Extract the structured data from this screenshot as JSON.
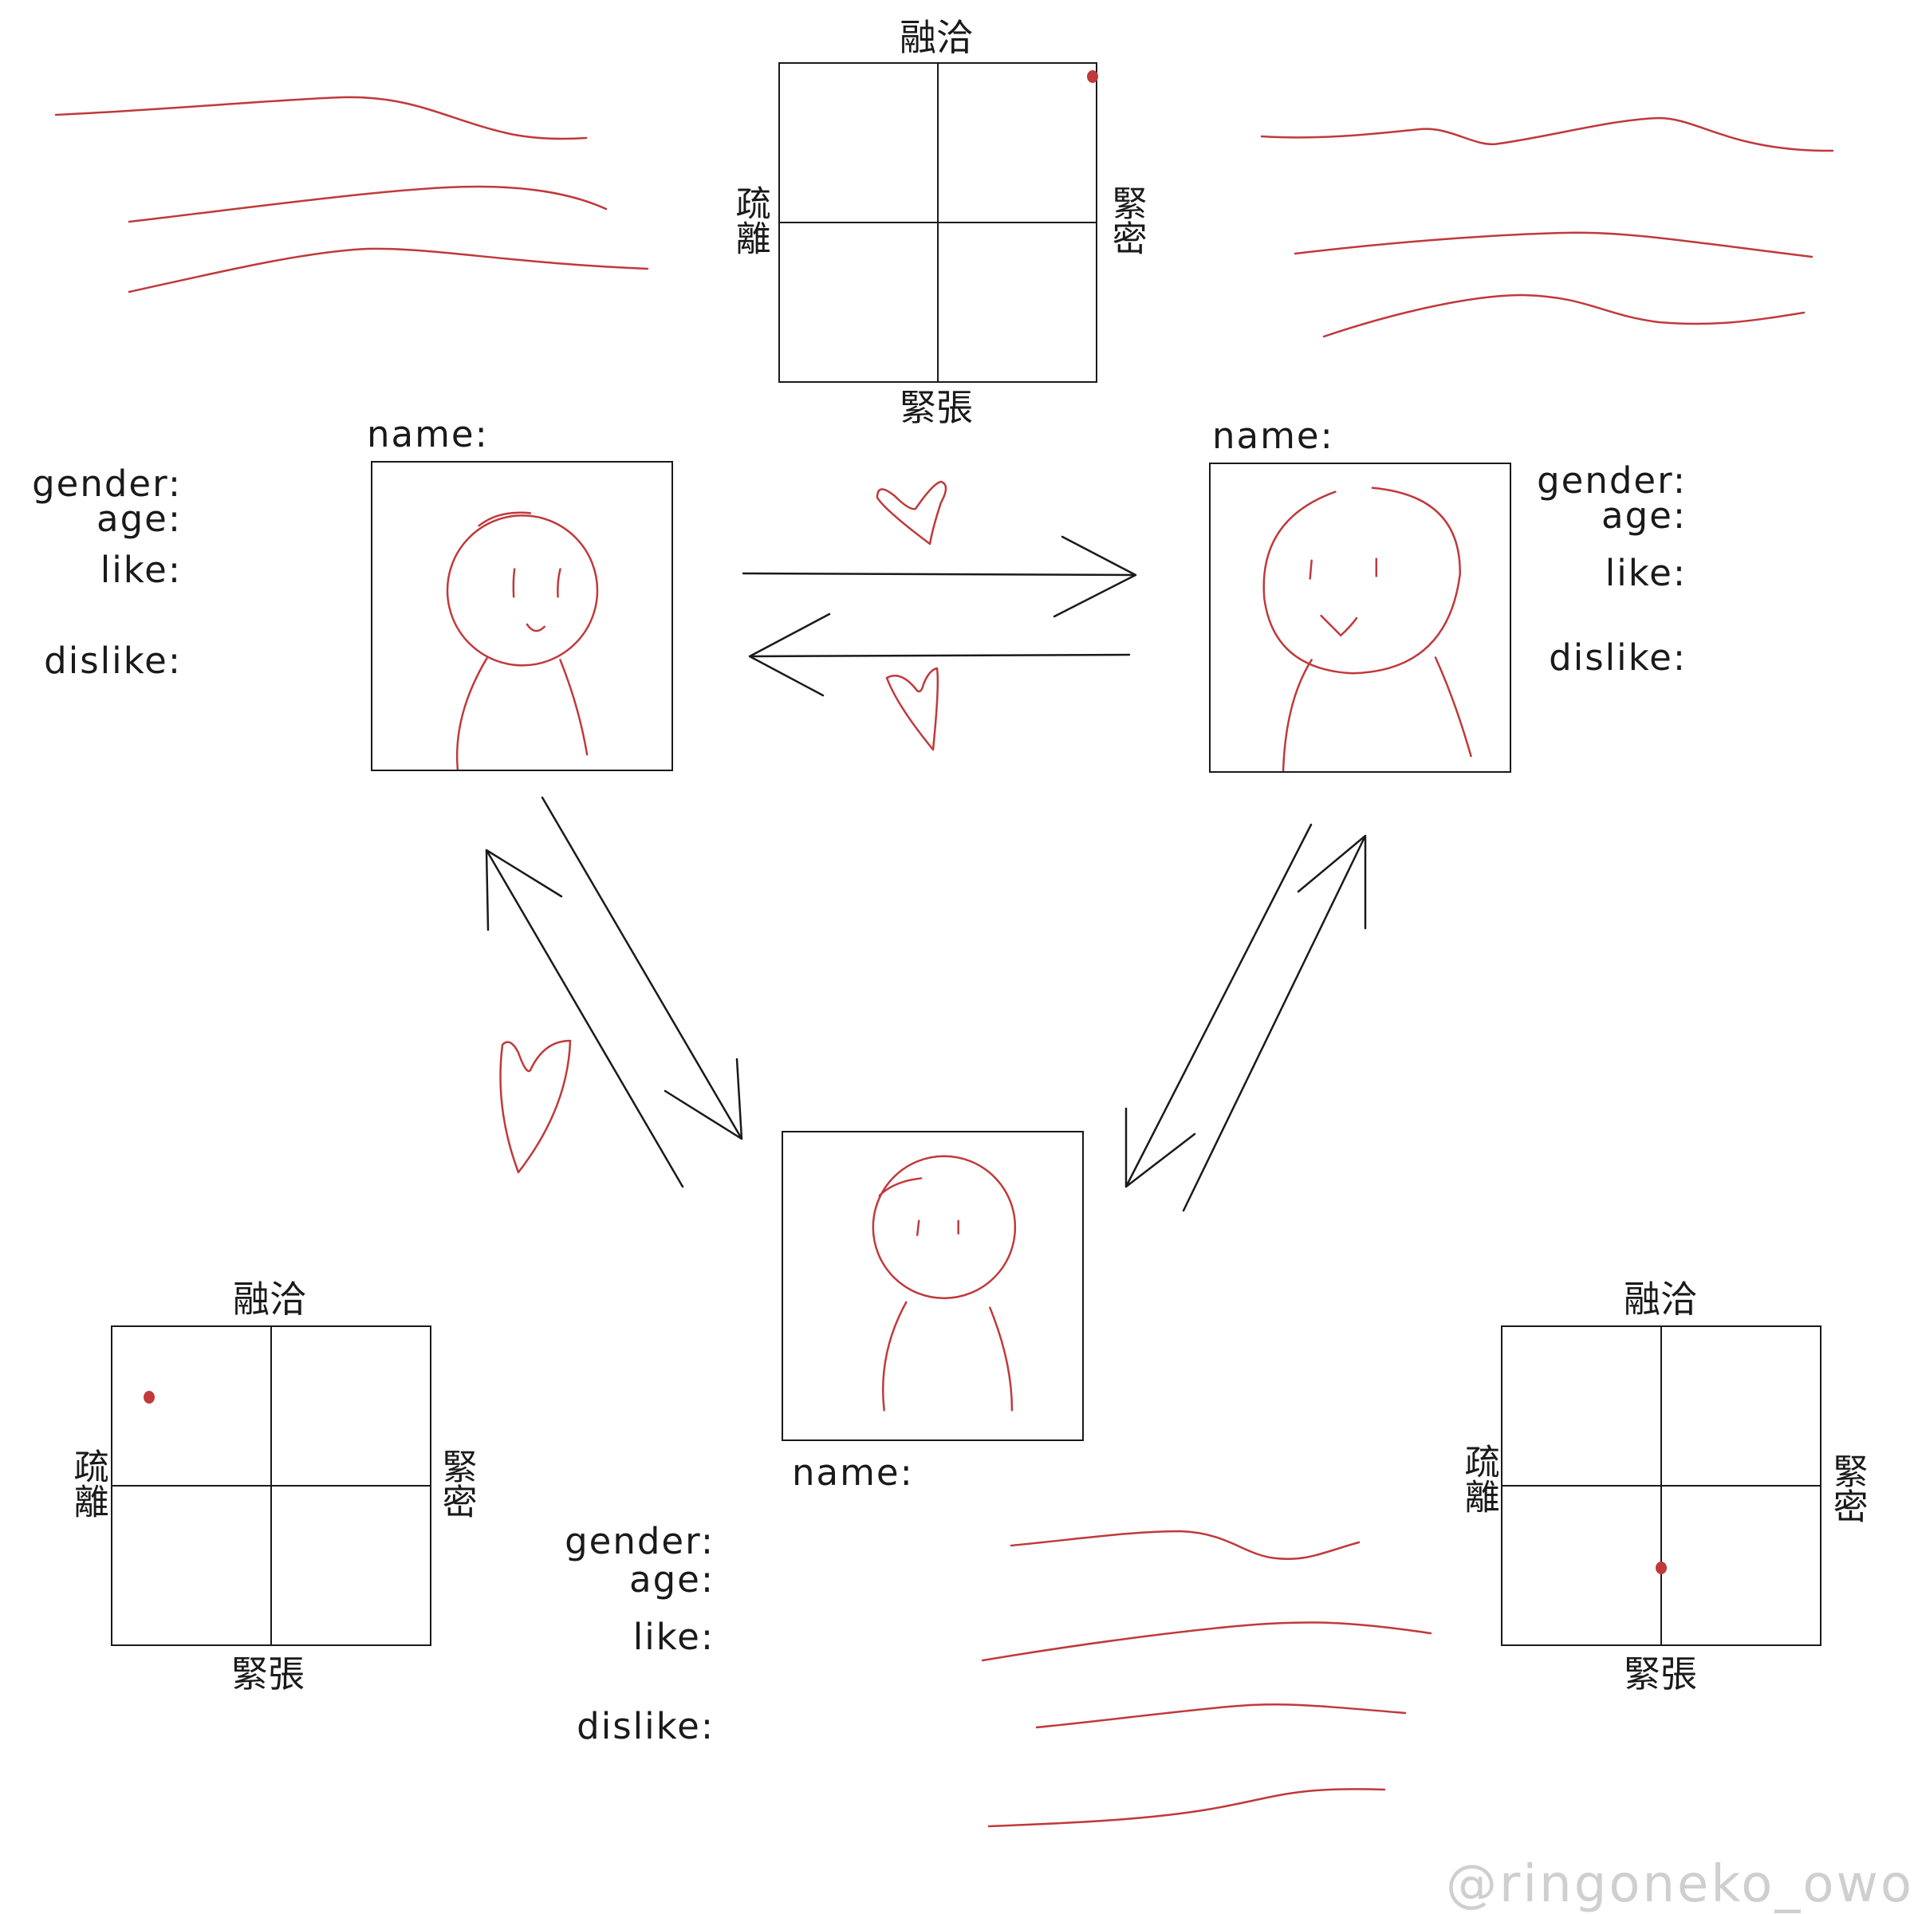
{
  "relationship_chart_top": {
    "labels": {
      "top": "融洽",
      "bottom": "緊張",
      "left": "疏離",
      "right": "緊密"
    },
    "marker": {
      "x": 0.98,
      "y": 0.92
    }
  },
  "relationship_chart_left": {
    "labels": {
      "top": "融洽",
      "bottom": "緊張",
      "left": "疏離",
      "right": "緊密"
    },
    "marker": {
      "x": -0.77,
      "y": 0.56
    }
  },
  "relationship_chart_right": {
    "labels": {
      "top": "融洽",
      "bottom": "緊張",
      "left": "疏離",
      "right": "緊密"
    },
    "marker": {
      "x": 0.0,
      "y": -0.52
    }
  },
  "character_left": {
    "name_label": "name:",
    "gender_label": "gender:",
    "age_label": "age:",
    "like_label": "like:",
    "dislike_label": "dislike:"
  },
  "character_right": {
    "name_label": "name:",
    "gender_label": "gender:",
    "age_label": "age:",
    "like_label": "like:",
    "dislike_label": "dislike:"
  },
  "character_bottom": {
    "name_label": "name:",
    "gender_label": "gender:",
    "age_label": "age:",
    "like_label": "like:",
    "dislike_label": "dislike:"
  },
  "watermark": "@ringoneko_owo",
  "colors": {
    "ink": "#1a1a1a",
    "accent": "#c0393b"
  }
}
